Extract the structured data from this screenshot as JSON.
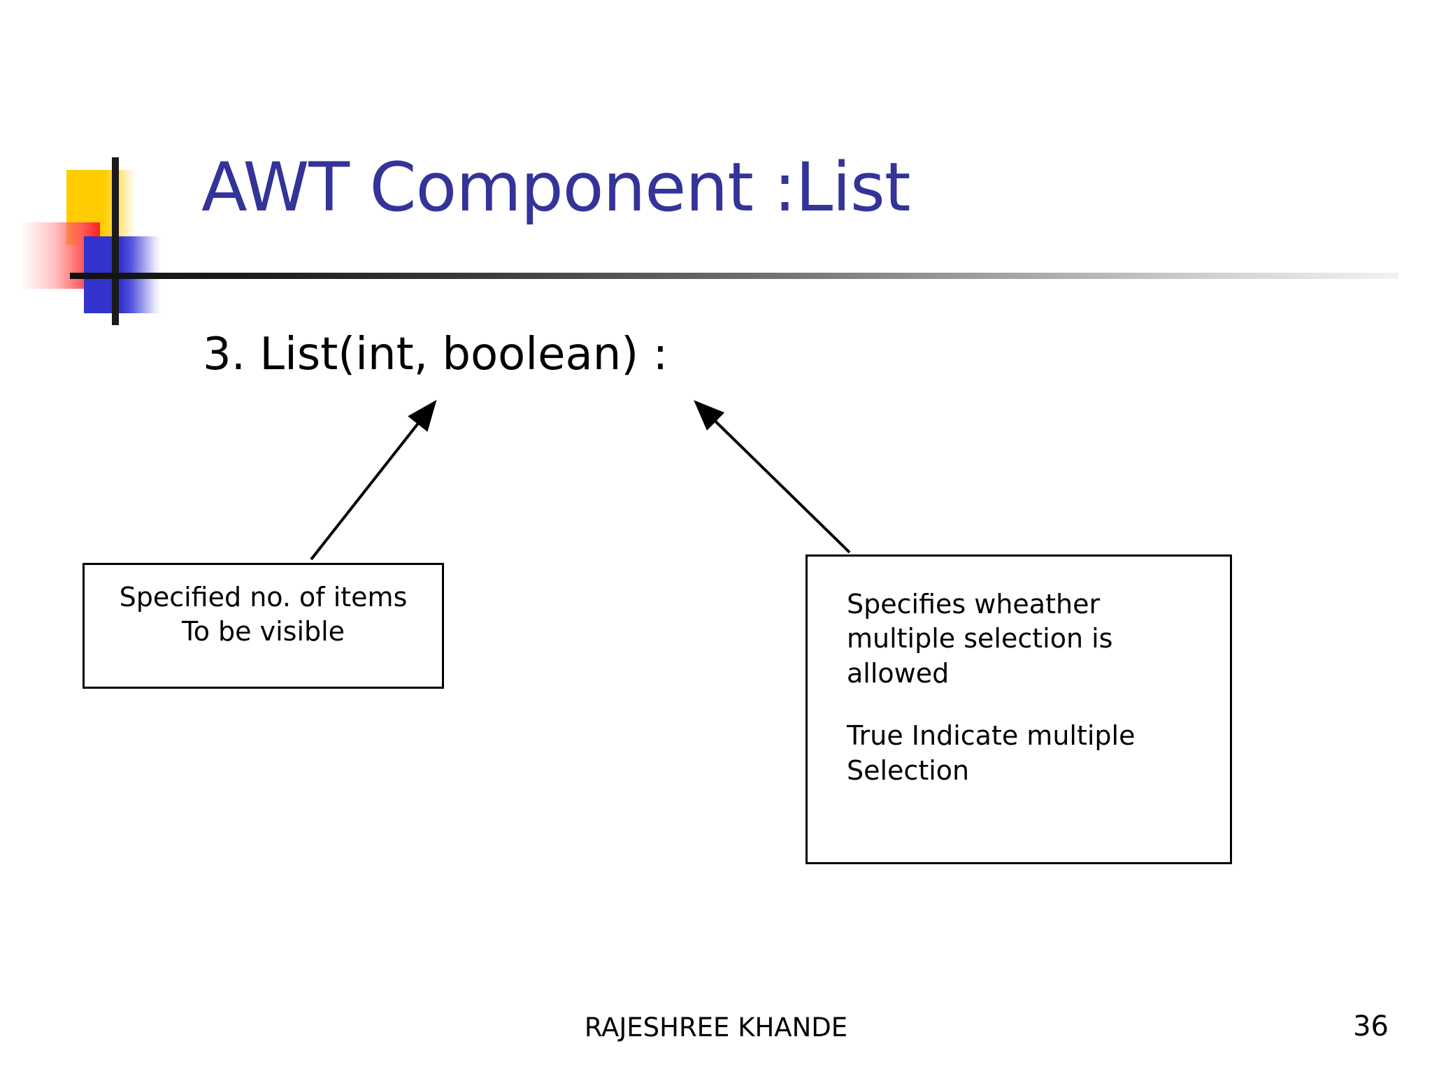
{
  "slide": {
    "title": "AWT Component :List",
    "title_color": "#333399",
    "background_color": "#ffffff",
    "body_heading": "3. List(int, boolean) :",
    "callout_left": {
      "line1": "Specified no. of items",
      "line2": "To be visible"
    },
    "callout_right": {
      "para1": "Specifies wheather multiple selection is allowed",
      "para2": "True Indicate multiple Selection"
    },
    "footer": {
      "author": "RAJESHREE KHANDE",
      "page_number": "36"
    },
    "decoration": {
      "yellow": "#FFCC00",
      "red": "#FF2020",
      "blue": "#3333CC",
      "rule": "#111111"
    }
  }
}
